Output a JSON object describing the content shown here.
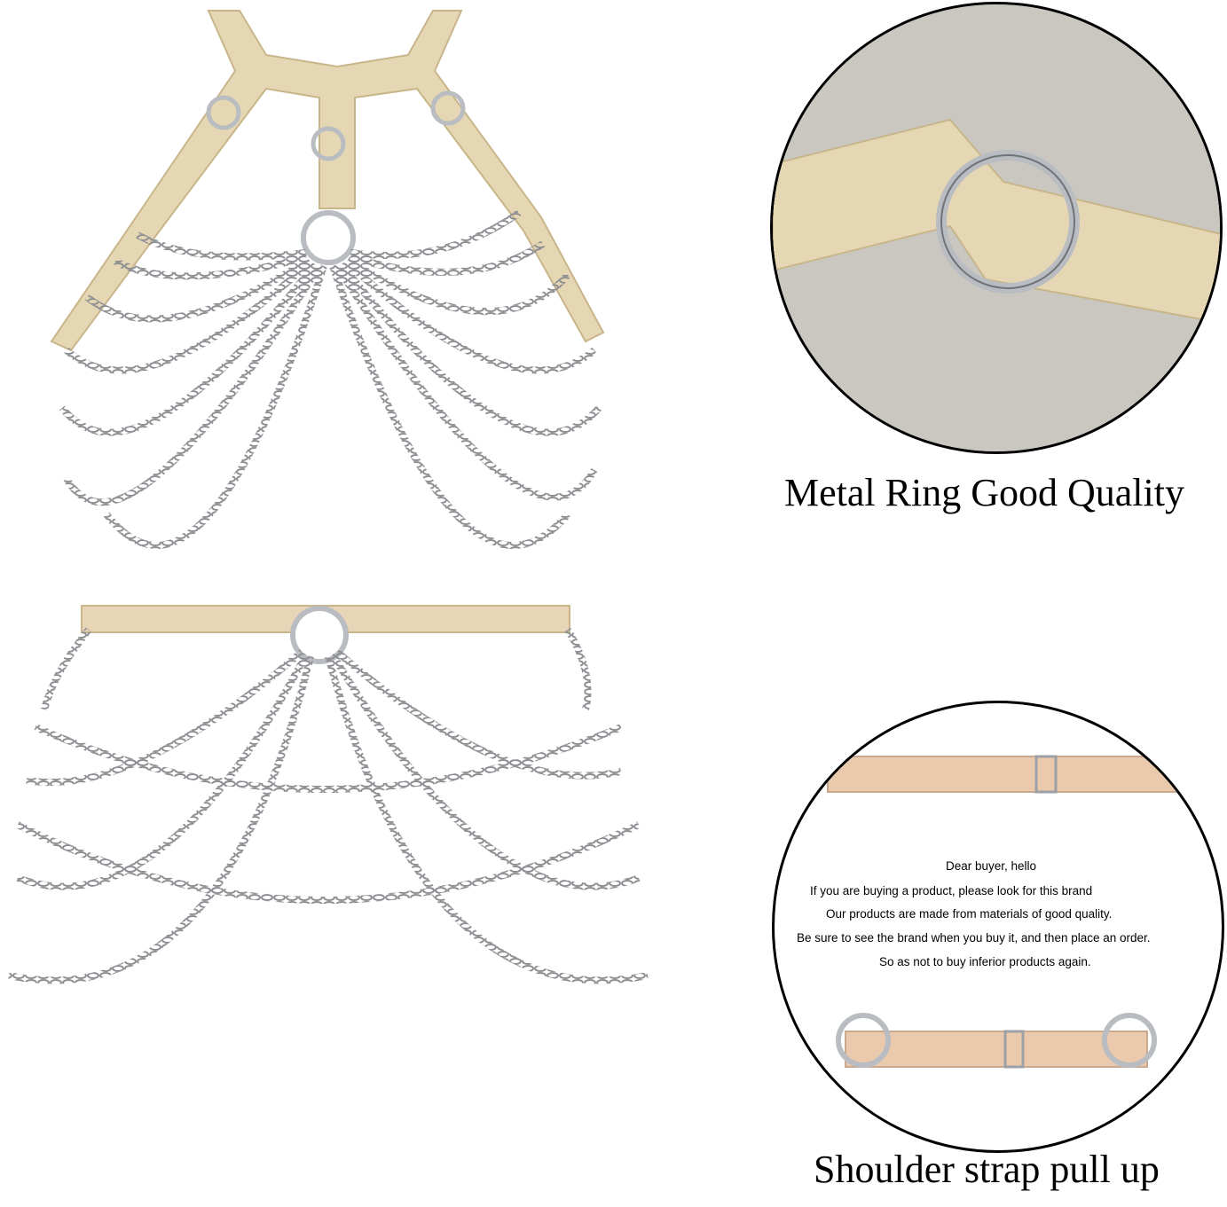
{
  "captions": {
    "metal_ring": "Metal Ring Good Quality",
    "shoulder_strap": "Shoulder strap pull up"
  },
  "notice": {
    "greeting": "Dear buyer, hello",
    "line1": "If you are buying a product, please look for this brand",
    "line2": "Our products are made from materials of good quality.",
    "line3": "Be sure to see the brand when you buy it, and then place an order.",
    "line4": "So as not to buy inferior products again."
  },
  "colors": {
    "strap": "#e6d7b4",
    "strap_shade": "#c8b58a",
    "chain": "#8d8f93",
    "ring": "#b9bcc1",
    "background_photo": "#c9c7c0",
    "elastic": "#eac9ad"
  }
}
